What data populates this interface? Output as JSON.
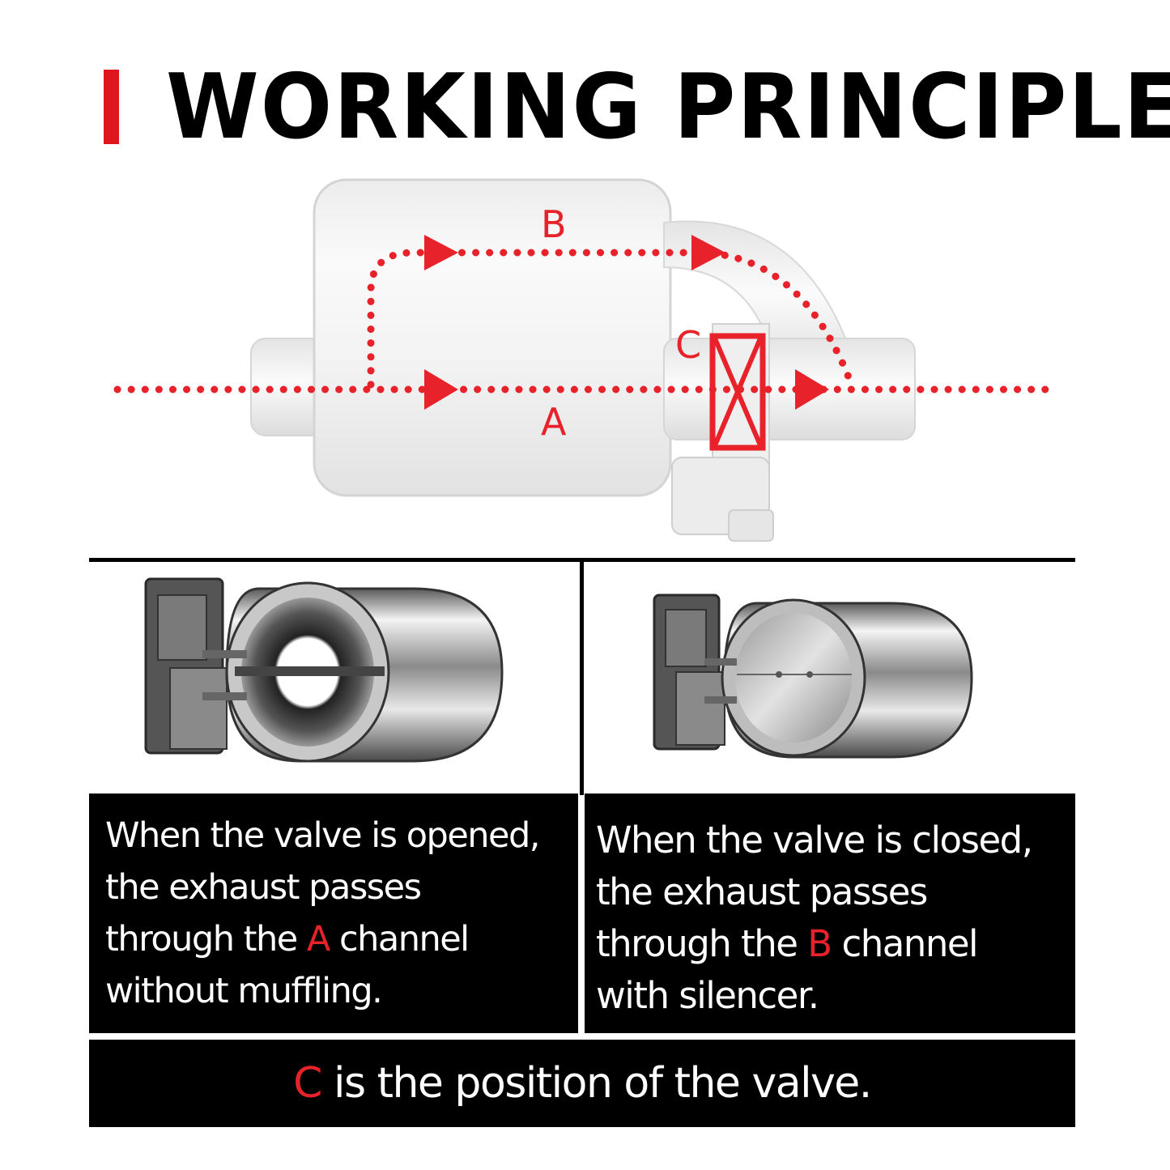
{
  "header": {
    "title": "WORKING PRINCIPLE",
    "accent_color": "#e0161e"
  },
  "diagram": {
    "label_a": "A",
    "label_b": "B",
    "label_c": "C",
    "flow_color": "#e8222a"
  },
  "left_panel": {
    "line1": "When the valve is opened,",
    "line2": "the exhaust passes",
    "line3_pre": "through the ",
    "line3_channel": "A",
    "line3_post": " channel",
    "line4": "without muffling."
  },
  "right_panel": {
    "line1": "When the valve is closed,",
    "line2": "the exhaust passes",
    "line3_pre": "through the ",
    "line3_channel": "B",
    "line3_post": " channel",
    "line4": "with silencer."
  },
  "footer": {
    "letter": "C",
    "text": " is the position of the valve."
  }
}
